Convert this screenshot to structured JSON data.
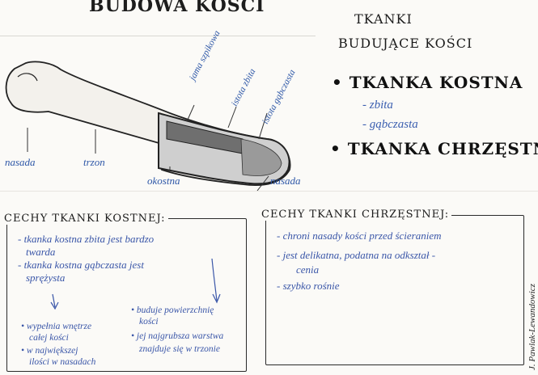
{
  "title": "BUDOWA KOŚCI",
  "tissues": {
    "heading_line1": "TKANKI",
    "heading_line2": "BUDUJĄCE KOŚCI",
    "bone_tissue": "• TKANKA KOSTNA",
    "compact": "- zbita",
    "spongy": "- gąbczasta",
    "cartilage": "• TKANKA CHRZĘSTNA"
  },
  "bone_labels": {
    "epiphysis_left": "nasada",
    "diaphysis": "trzon",
    "periosteum": "okostna",
    "epiphysis_right": "nasada",
    "medullary_cavity": "jama szpikowa",
    "compact_substance": "istota zbita",
    "spongy_substance": "istota gąbczasta"
  },
  "bone_box": {
    "heading": "CECHY TKANKI KOSTNEJ:",
    "line1": "- tkanka kostna zbita jest bardzo",
    "line2": "twarda",
    "line3": "- tkanka kostna gąbczasta jest",
    "line4": "sprężysta",
    "left1": "• wypełnia wnętrze",
    "left2": "całej kości",
    "left3": "• w największej",
    "left4": "ilości w nasadach",
    "right1": "• buduje powierzchnię",
    "right2": "kości",
    "right3": "• jej najgrubsza warstwa",
    "right4": "znajduje się w trzonie"
  },
  "cartilage_box": {
    "heading": "CECHY TKANKI CHRZĘSTNEJ:",
    "line1": "- chroni nasady kości przed ścieraniem",
    "line2": "- jest delikatna, podatna na odkształ -",
    "line3": "cenia",
    "line4": "- szybko rośnie"
  },
  "signature": "J. Pawlak-Lewandowicz"
}
